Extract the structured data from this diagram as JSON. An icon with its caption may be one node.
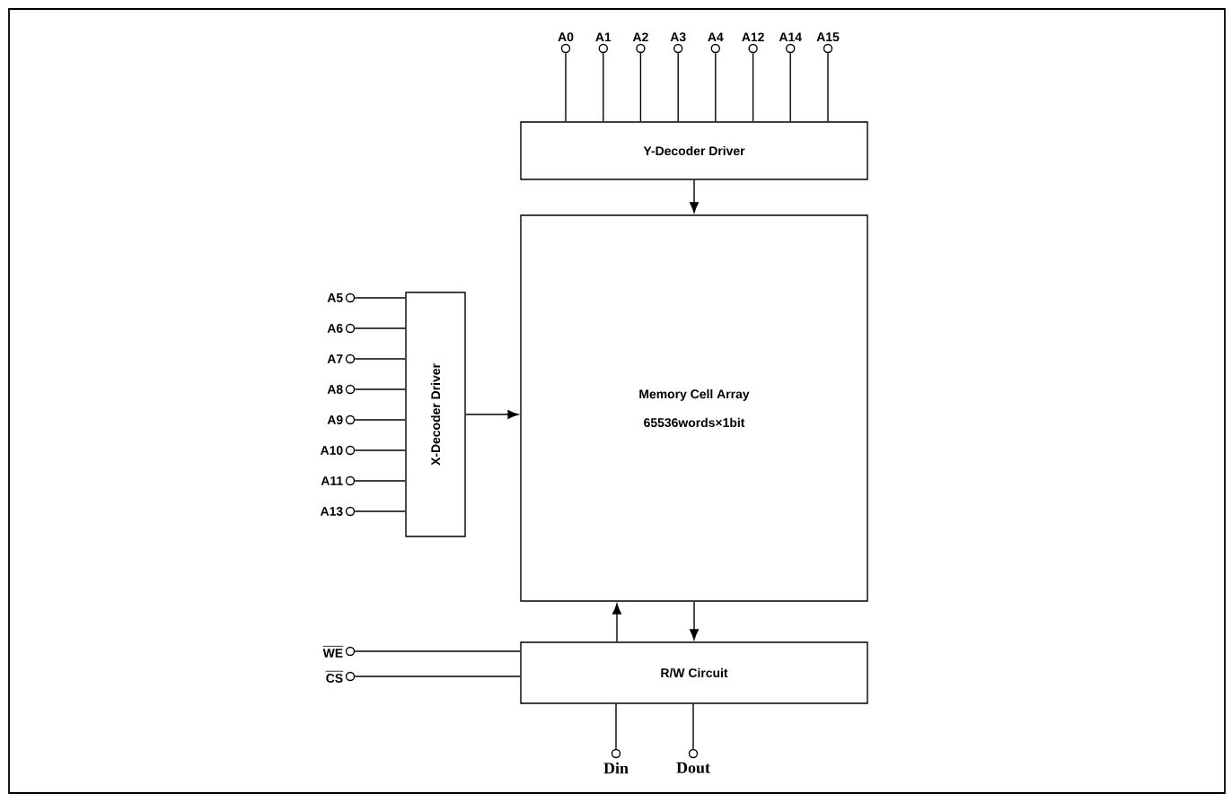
{
  "diagram": {
    "nodes": [
      {
        "text": [
          "A0"
        ]
      },
      {
        "text": [
          "A1"
        ]
      },
      {
        "text": [
          "A2"
        ]
      },
      {
        "text": [
          "A3"
        ]
      },
      {
        "text": [
          "A4"
        ]
      },
      {
        "text": [
          "A12"
        ]
      },
      {
        "text": [
          "A14"
        ]
      },
      {
        "text": [
          "A15"
        ]
      },
      {
        "text": [
          "Y-Decoder Driver"
        ]
      },
      {
        "text": [
          "A5"
        ]
      },
      {
        "text": [
          "A6"
        ]
      },
      {
        "text": [
          "A7"
        ]
      },
      {
        "text": [
          "A8"
        ]
      },
      {
        "text": [
          "A9"
        ]
      },
      {
        "text": [
          "A10"
        ]
      },
      {
        "text": [
          "A11"
        ]
      },
      {
        "text": [
          "A13"
        ]
      },
      {
        "text": [
          "X-Decoder Driver"
        ]
      },
      {
        "text": [
          "Memory Cell Array",
          "65536words×1bit"
        ]
      },
      {
        "text": [
          "WE"
        ]
      },
      {
        "text": [
          "CS"
        ]
      },
      {
        "text": [
          "R/W Circuit"
        ]
      },
      {
        "text": [
          "Din"
        ]
      },
      {
        "text": [
          "Dout"
        ]
      }
    ],
    "edges": [
      {
        "from": 0,
        "to": 8,
        "arrow": "none"
      },
      {
        "from": 1,
        "to": 8,
        "arrow": "none"
      },
      {
        "from": 2,
        "to": 8,
        "arrow": "none"
      },
      {
        "from": 3,
        "to": 8,
        "arrow": "none"
      },
      {
        "from": 4,
        "to": 8,
        "arrow": "none"
      },
      {
        "from": 5,
        "to": 8,
        "arrow": "none"
      },
      {
        "from": 6,
        "to": 8,
        "arrow": "none"
      },
      {
        "from": 7,
        "to": 8,
        "arrow": "none"
      },
      {
        "from": 8,
        "to": 18,
        "arrow": "to"
      },
      {
        "from": 9,
        "to": 17,
        "arrow": "none"
      },
      {
        "from": 10,
        "to": 17,
        "arrow": "none"
      },
      {
        "from": 11,
        "to": 17,
        "arrow": "none"
      },
      {
        "from": 12,
        "to": 17,
        "arrow": "none"
      },
      {
        "from": 13,
        "to": 17,
        "arrow": "none"
      },
      {
        "from": 14,
        "to": 17,
        "arrow": "none"
      },
      {
        "from": 15,
        "to": 17,
        "arrow": "none"
      },
      {
        "from": 16,
        "to": 17,
        "arrow": "none"
      },
      {
        "from": 17,
        "to": 18,
        "arrow": "to"
      },
      {
        "from": 21,
        "to": 18,
        "arrow": "to"
      },
      {
        "from": 18,
        "to": 21,
        "arrow": "to"
      },
      {
        "from": 19,
        "to": 21,
        "arrow": "none"
      },
      {
        "from": 20,
        "to": 21,
        "arrow": "none"
      },
      {
        "from": 22,
        "to": 21,
        "arrow": "none"
      },
      {
        "from": 23,
        "to": 21,
        "arrow": "none"
      }
    ]
  }
}
